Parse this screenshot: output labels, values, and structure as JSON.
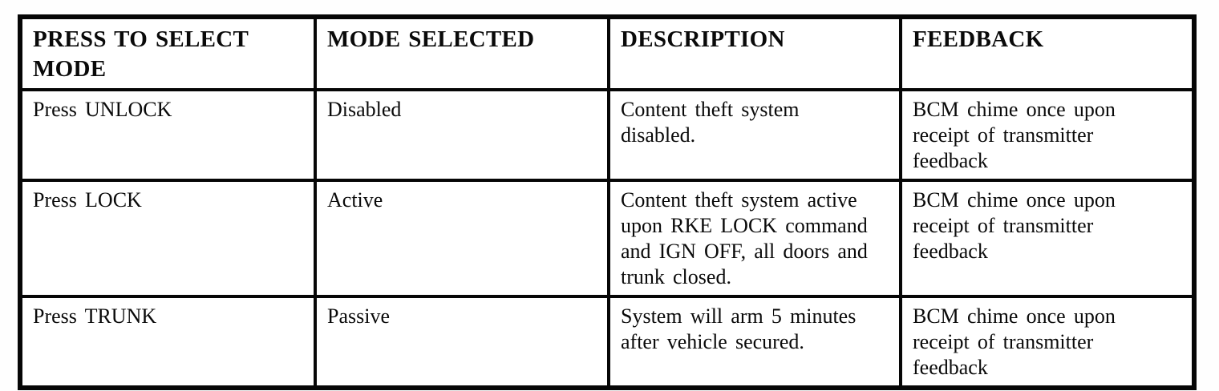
{
  "table": {
    "columns": [
      "PRESS TO SELECT\nMODE",
      "MODE SELECTED",
      "DESCRIPTION",
      "FEEDBACK"
    ],
    "rows": [
      {
        "cells": [
          "Press UNLOCK",
          "Disabled",
          "Content theft system\ndisabled.",
          "BCM chime once upon\nreceipt of transmitter\nfeedback"
        ]
      },
      {
        "cells": [
          "Press LOCK",
          "Active",
          "Content theft system active\nupon RKE LOCK command\nand IGN OFF, all doors and\ntrunk closed.",
          "BCM chime once upon\nreceipt of transmitter\nfeedback"
        ]
      },
      {
        "cells": [
          "Press TRUNK",
          "Passive",
          "System will arm 5 minutes\nafter vehicle secured.",
          "BCM chime once upon\nreceipt of transmitter\nfeedback"
        ]
      }
    ]
  },
  "colors": {
    "border": "#060606",
    "background": "#ffffff",
    "text": "#0a0a0a"
  }
}
